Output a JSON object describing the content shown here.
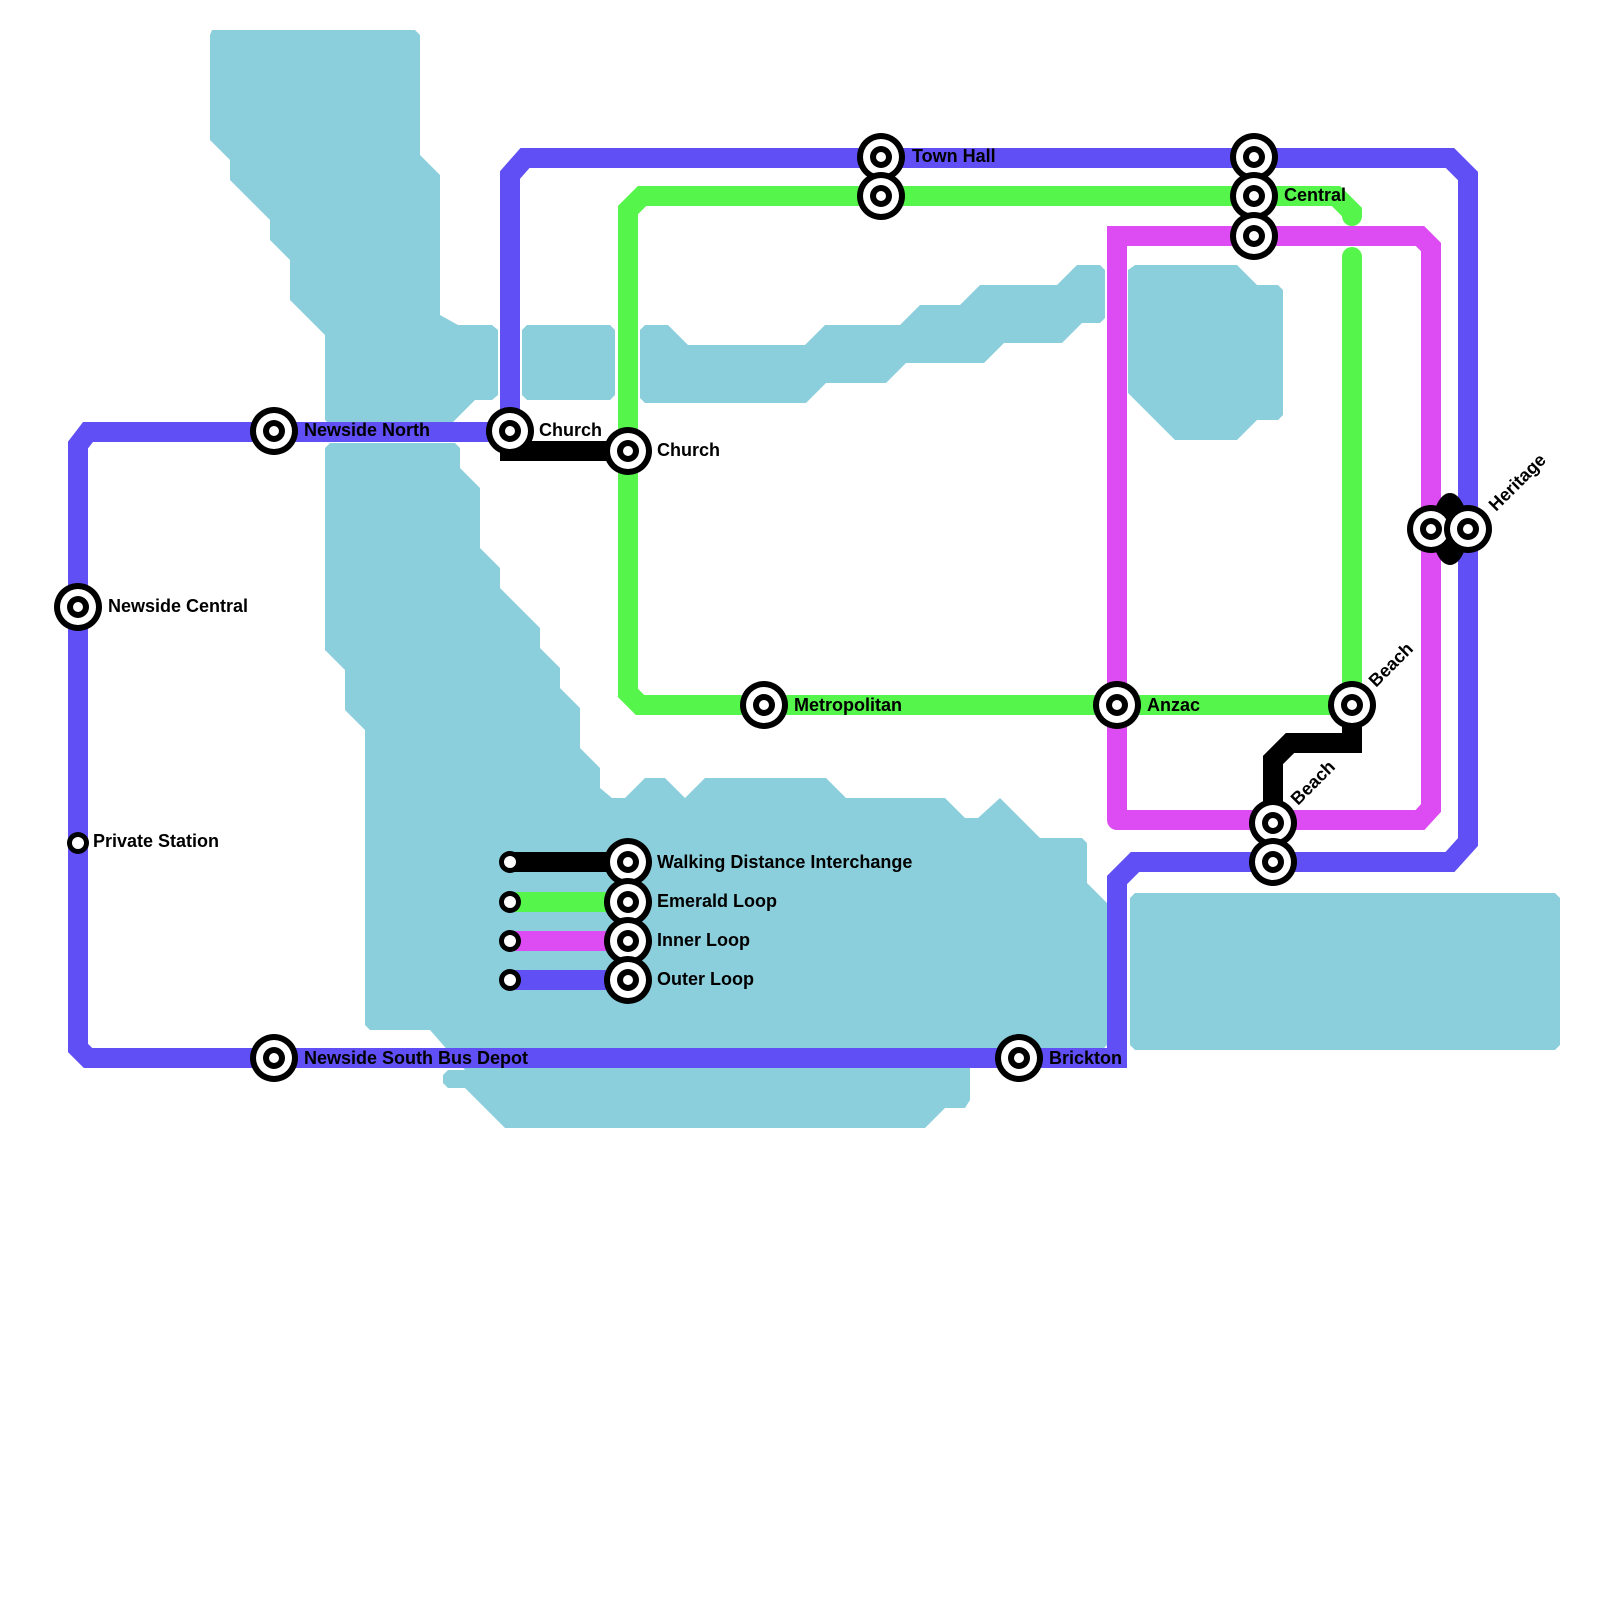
{
  "title": "Transit Map",
  "colors": {
    "water": "#8ccfdc",
    "outer_loop": "#604ff5",
    "emerald_loop": "#55f54b",
    "inner_loop": "#dd4cf2",
    "walking": "#000000",
    "background": "#ffffff"
  },
  "lines": [
    {
      "id": "outer",
      "name": "Outer Loop",
      "color": "#604ff5"
    },
    {
      "id": "emerald",
      "name": "Emerald Loop",
      "color": "#55f54b"
    },
    {
      "id": "inner",
      "name": "Inner Loop",
      "color": "#dd4cf2"
    },
    {
      "id": "walk",
      "name": "Walking Distance Interchange",
      "color": "#000000"
    }
  ],
  "stations": {
    "newside_north": "Newside North",
    "church_outer": "Church",
    "church_emerald": "Church",
    "town_hall": "Town Hall",
    "central": "Central",
    "newside_central": "Newside Central",
    "private_station": "Private Station",
    "metropolitan": "Metropolitan",
    "anzac": "Anzac",
    "beach_emerald": "Beach",
    "beach_inner": "Beach",
    "heritage": "Heritage",
    "newside_south": "Newside South Bus Depot",
    "brickton": "Brickton"
  },
  "legend": [
    {
      "label": "Walking Distance Interchange",
      "color": "#000000"
    },
    {
      "label": "Emerald Loop",
      "color": "#55f54b"
    },
    {
      "label": "Inner Loop",
      "color": "#dd4cf2"
    },
    {
      "label": "Outer Loop",
      "color": "#604ff5"
    }
  ]
}
